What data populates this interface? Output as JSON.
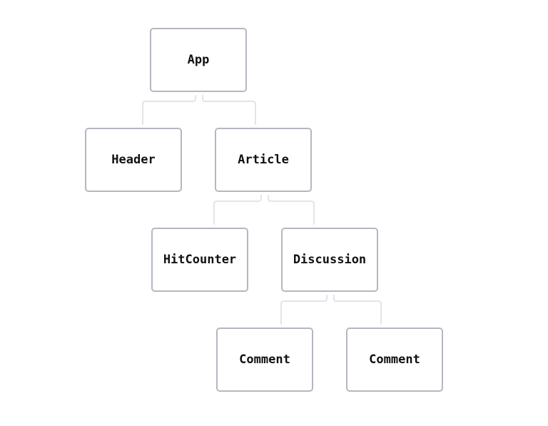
{
  "diagram": {
    "colors": {
      "node_border": "#b8b5c2",
      "connector": "#e4e3e8",
      "text": "#111111",
      "background": "#ffffff"
    },
    "nodes": {
      "app": "App",
      "header": "Header",
      "article": "Article",
      "hitcounter": "HitCounter",
      "discussion": "Discussion",
      "comment_1": "Comment",
      "comment_2": "Comment"
    },
    "edges": [
      [
        "app",
        "header"
      ],
      [
        "app",
        "article"
      ],
      [
        "article",
        "hitcounter"
      ],
      [
        "article",
        "discussion"
      ],
      [
        "discussion",
        "comment_1"
      ],
      [
        "discussion",
        "comment_2"
      ]
    ]
  }
}
